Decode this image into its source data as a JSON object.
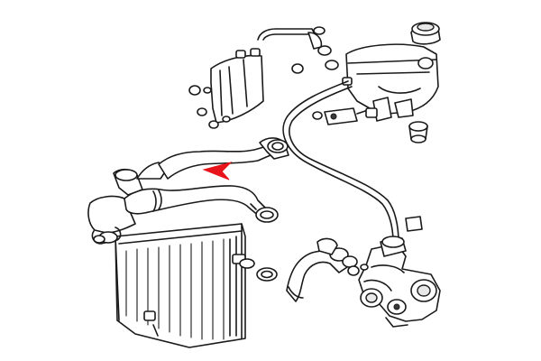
{
  "diagram": {
    "highlight_color": "#e8141b",
    "line_color": "#1a1a1a",
    "background": "#ffffff",
    "parts": [
      "radiator",
      "upper-radiator-hose",
      "bypass-hose",
      "coolant-expansion-tank",
      "tank-cap",
      "mounting-bracket",
      "water-pump-housing",
      "lower-radiator-hose",
      "overflow-pipe",
      "hose-clamp",
      "temperature-sensor"
    ],
    "highlighted_part": "upper-radiator-hose",
    "indicator": "red-arrow-icon"
  }
}
